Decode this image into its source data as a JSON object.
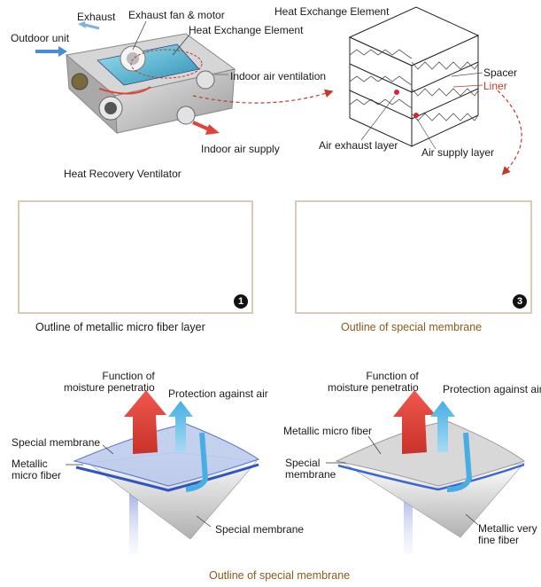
{
  "hrv": {
    "labels": {
      "exhaust": "Exhaust",
      "fan_motor": "Exhaust fan & motor",
      "outdoor_unit": "Outdoor unit",
      "heat_exchange_element": "Heat Exchange Element",
      "indoor_air_ventilation": "Indoor air ventilation",
      "indoor_air_supply": "Indoor air supply"
    },
    "caption": "Heat Recovery Ventilator"
  },
  "element": {
    "title": "Heat Exchange Element",
    "spacer": "Spacer",
    "liner": "Liner",
    "air_exhaust_layer": "Air exhaust layer",
    "air_supply_layer": "Air supply layer"
  },
  "panels": [
    {
      "number": "1",
      "caption": "Outline of metallic micro fiber layer"
    },
    {
      "number": "3",
      "caption": "Outline of special membrane"
    }
  ],
  "diagrams": {
    "left": {
      "function": "Function of\nmoisture penetratio",
      "protection": "Protection against air",
      "special_membrane_top": "Special membrane",
      "metallic_micro_fiber": "Metallic\nmicro fiber",
      "special_membrane_bottom": "Special membrane"
    },
    "right": {
      "function": "Function of\nmoisture penetratio",
      "protection": "Protection against air",
      "metallic_micro_fiber": "Metallic micro fiber",
      "special_membrane": "Special\nmembrane",
      "metallic_very_fine_fiber": "Metallic very\nfine fiber"
    },
    "caption": "Outline of special membrane"
  },
  "colors": {
    "red_arrow": "#e0433a",
    "blue_arrow": "#6cc1ea",
    "membrane_blue": "#4a6fd0",
    "panel_border": "#d9cbb8",
    "caption_brown": "#8a5a1a"
  }
}
